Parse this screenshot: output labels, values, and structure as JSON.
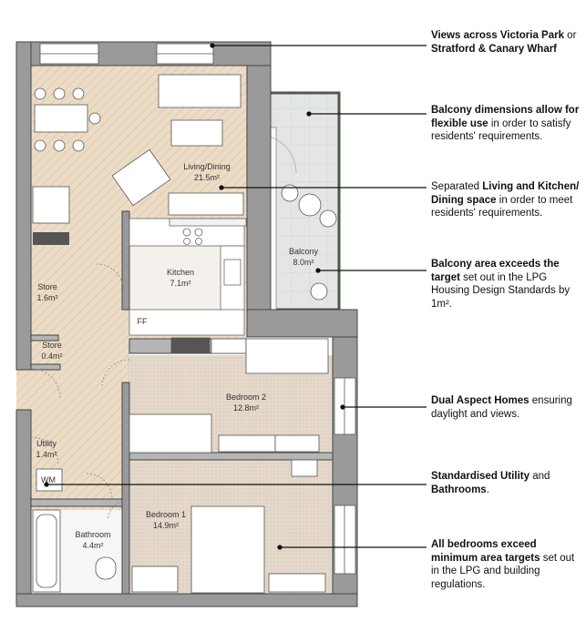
{
  "rooms": {
    "living": {
      "name": "Living/Dining",
      "area": "21.5m²"
    },
    "kitchen": {
      "name": "Kitchen",
      "area": "7.1m²"
    },
    "store1": {
      "name": "Store",
      "area": "1.6m²"
    },
    "store2": {
      "name": "Store",
      "area": "0.4m²"
    },
    "balcony": {
      "name": "Balcony",
      "area": "8.0m²"
    },
    "bedroom2": {
      "name": "Bedroom 2",
      "area": "12.8m²"
    },
    "utility": {
      "name": "Utility",
      "area": "1.4m²"
    },
    "wm": "WM",
    "ff": "FF",
    "bathroom": {
      "name": "Bathroom",
      "area": "4.4m²"
    },
    "bedroom1": {
      "name": "Bedroom 1",
      "area": "14.9m²"
    }
  },
  "annotations": [
    {
      "segments": [
        {
          "bold": true,
          "text": "Views across Victoria Park"
        },
        {
          "bold": false,
          "text": " or "
        },
        {
          "bold": true,
          "text": "Stratford & Canary Wharf"
        }
      ]
    },
    {
      "segments": [
        {
          "bold": true,
          "text": "Balcony dimensions allow for flexible use"
        },
        {
          "bold": false,
          "text": " in order to satisfy residents' requirements."
        }
      ]
    },
    {
      "segments": [
        {
          "bold": false,
          "text": "Separated "
        },
        {
          "bold": true,
          "text": "Living and Kitchen/ Dining space"
        },
        {
          "bold": false,
          "text": " in order to meet residents' requirements."
        }
      ]
    },
    {
      "segments": [
        {
          "bold": true,
          "text": "Balcony area exceeds the target"
        },
        {
          "bold": false,
          "text": " set out in the LPG Housing Design Standards by 1m²."
        }
      ]
    },
    {
      "segments": [
        {
          "bold": true,
          "text": "Dual Aspect Homes"
        },
        {
          "bold": false,
          "text": " ensuring daylight and views."
        }
      ]
    },
    {
      "segments": [
        {
          "bold": true,
          "text": "Standardised Utility"
        },
        {
          "bold": false,
          "text": " and "
        },
        {
          "bold": true,
          "text": "Bathrooms"
        },
        {
          "bold": false,
          "text": "."
        }
      ]
    },
    {
      "segments": [
        {
          "bold": true,
          "text": "All bedrooms exceed minimum area targets"
        },
        {
          "bold": false,
          "text": " set out in the LPG and building regulations."
        }
      ]
    }
  ],
  "colors": {
    "wall": "#9a9a9a",
    "parquet": "#ecdcc6",
    "carpet": "#e4d9cc",
    "balcony": "#e2e4e4",
    "leader": "#111111"
  }
}
